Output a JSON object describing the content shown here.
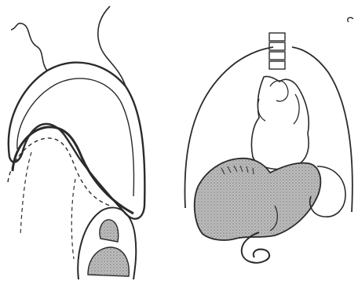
{
  "figure": {
    "panels": [
      {
        "view": "lateral",
        "parts": [
          "contour-outer",
          "contour-inner",
          "dashed-boundary",
          "viscera-lower"
        ]
      },
      {
        "view": "frontal",
        "parts": [
          "thoracic-outline",
          "vertebral-column",
          "heart-outline",
          "shaded-organ",
          "duodenal-loop"
        ]
      }
    ]
  },
  "colors": {
    "ink": "#2b2b2b",
    "shade": "#9a9a9a",
    "background": "#ffffff"
  }
}
